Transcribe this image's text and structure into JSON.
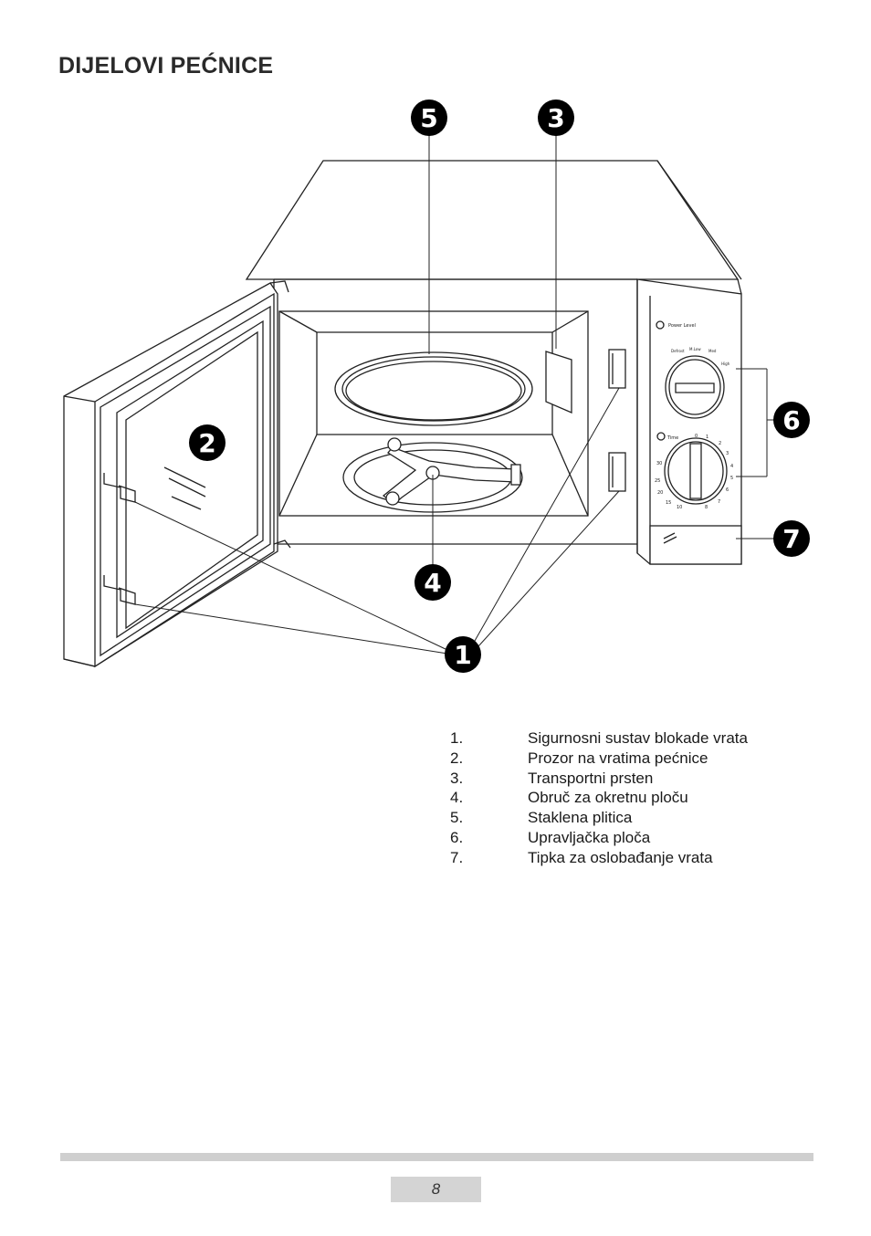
{
  "title": "DIJELOVI PEĆNICE",
  "callouts": [
    "1",
    "2",
    "3",
    "4",
    "5",
    "6",
    "7"
  ],
  "panel_labels": {
    "power_level": "Power Level",
    "defrost": "Defrost",
    "medium_low": "M.Low",
    "medium": "Med",
    "high": "High",
    "time": "Time"
  },
  "timer_marks": [
    "0",
    "1",
    "2",
    "3",
    "4",
    "5",
    "6",
    "7",
    "8",
    "10",
    "15",
    "20",
    "25",
    "30"
  ],
  "parts_list": [
    {
      "num": "1.",
      "label": "Sigurnosni sustav blokade vrata"
    },
    {
      "num": "2.",
      "label": "Prozor na vratima pećnice"
    },
    {
      "num": "3.",
      "label": "Transportni prsten"
    },
    {
      "num": "4.",
      "label": "Obruč za okretnu ploču"
    },
    {
      "num": "5.",
      "label": "Staklena plitica"
    },
    {
      "num": "6.",
      "label": "Upravljačka ploča"
    },
    {
      "num": "7.",
      "label": "Tipka za oslobađanje vrata"
    }
  ],
  "page_number": "8"
}
